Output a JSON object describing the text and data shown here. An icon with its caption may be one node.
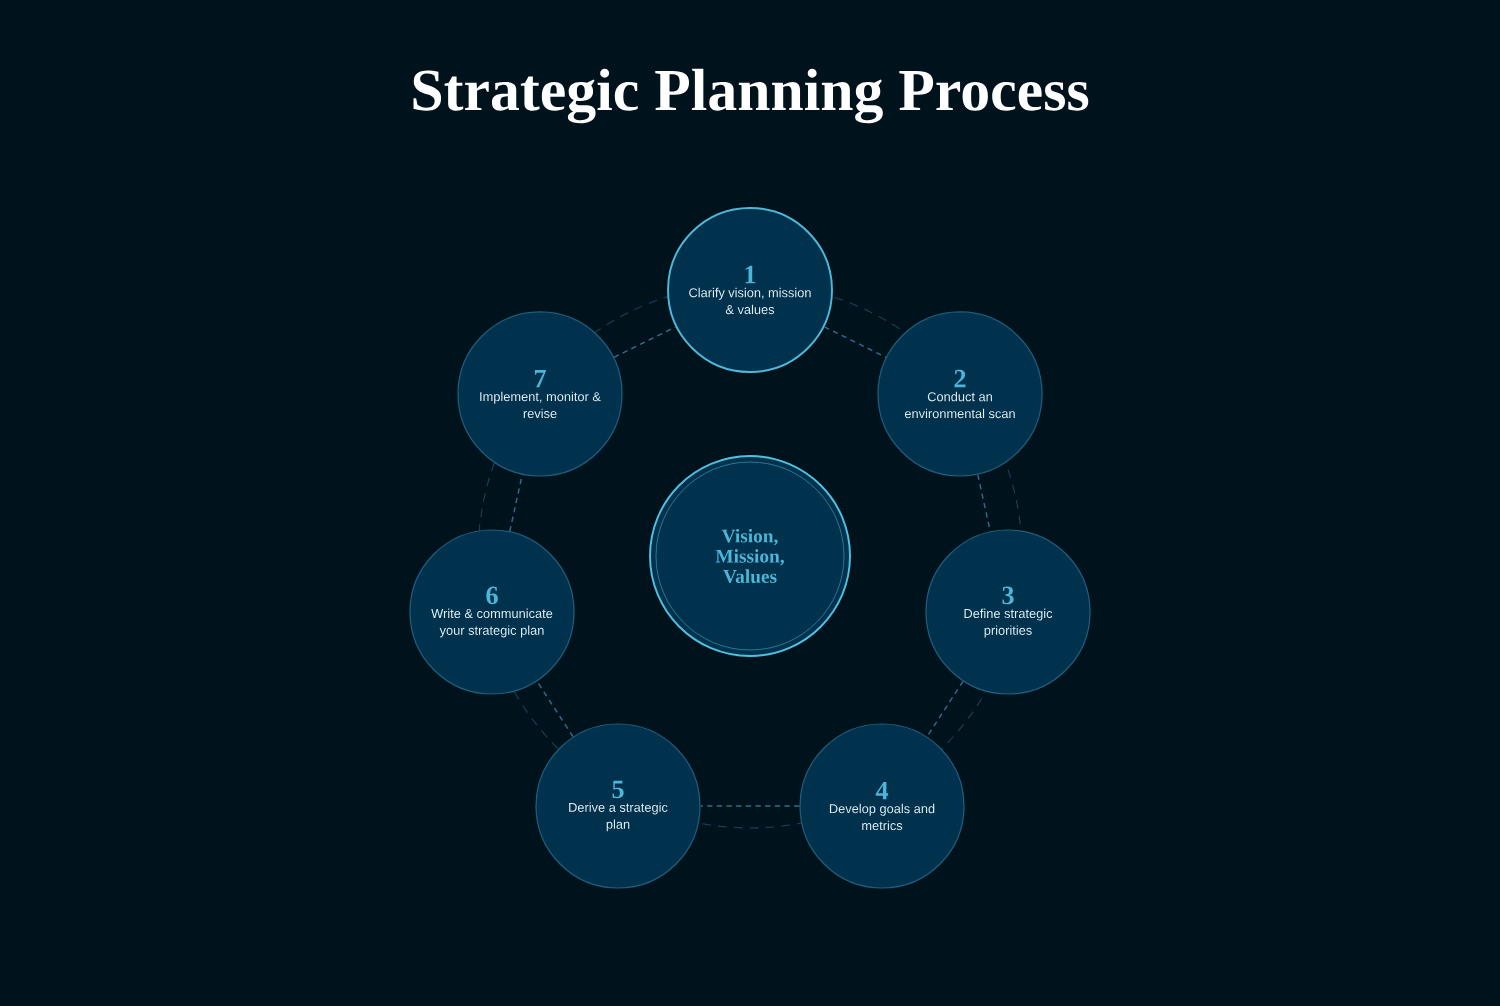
{
  "diagram": {
    "title": "Strategic Planning Process",
    "nodes": [
      {
        "text": [
          "1",
          "Clarify vision, mission & values"
        ]
      },
      {
        "text": [
          "2",
          "Conduct an environmental scan"
        ]
      },
      {
        "text": [
          "3",
          "Define strategic priorities"
        ]
      },
      {
        "text": [
          "4",
          "Develop goals and metrics"
        ]
      },
      {
        "text": [
          "5",
          "Derive a strategic plan"
        ]
      },
      {
        "text": [
          "6",
          "Write & communicate your strategic plan"
        ]
      },
      {
        "text": [
          "7",
          "Implement, monitor & revise"
        ]
      },
      {
        "text": [
          "Vision, Mission, Values"
        ]
      }
    ],
    "edges": [
      {
        "from": 0,
        "to": 1,
        "arrow": "none",
        "style": "dashed"
      },
      {
        "from": 1,
        "to": 2,
        "arrow": "none",
        "style": "dashed"
      },
      {
        "from": 2,
        "to": 3,
        "arrow": "none",
        "style": "dashed"
      },
      {
        "from": 3,
        "to": 4,
        "arrow": "none",
        "style": "dashed"
      },
      {
        "from": 4,
        "to": 5,
        "arrow": "none",
        "style": "dashed"
      },
      {
        "from": 5,
        "to": 6,
        "arrow": "none",
        "style": "dashed"
      },
      {
        "from": 6,
        "to": 0,
        "arrow": "none",
        "style": "dashed"
      }
    ]
  }
}
